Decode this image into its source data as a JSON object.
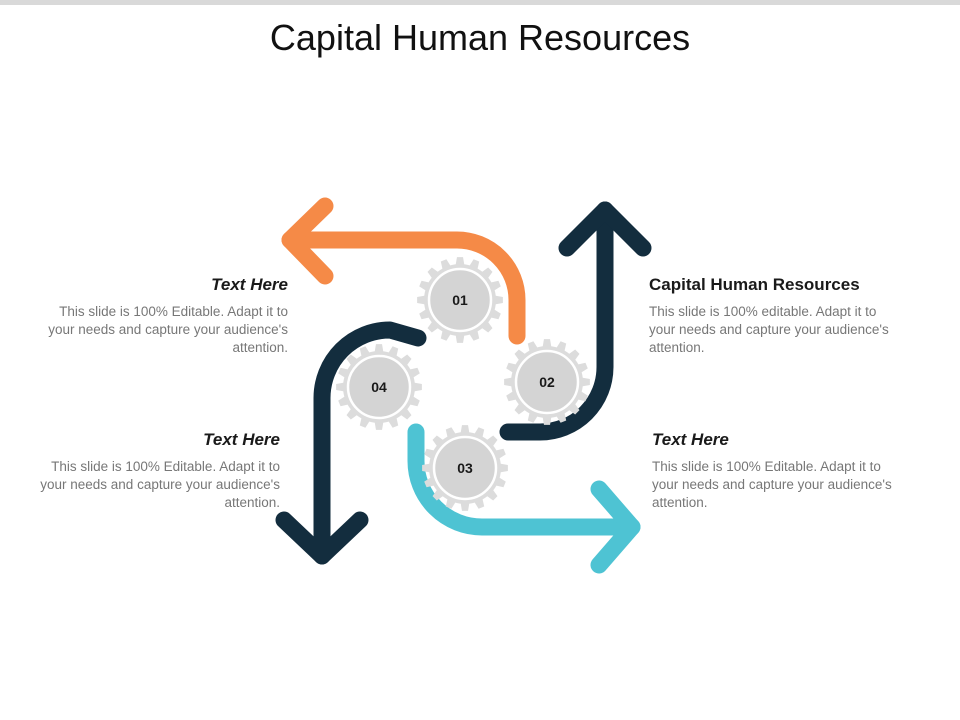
{
  "title": "Capital Human Resources",
  "colors": {
    "orange": "#f58a47",
    "navy": "#132d3e",
    "teal": "#4ec3d3",
    "gear": "#dcdcdc",
    "gear_inner": "#d4d4d4"
  },
  "gears": [
    {
      "label": "01"
    },
    {
      "label": "02"
    },
    {
      "label": "03"
    },
    {
      "label": "04"
    }
  ],
  "blocks": {
    "top_left": {
      "heading": "Text Here",
      "body": "This slide is 100% Editable. Adapt it to your needs and capture your audience's attention."
    },
    "top_right": {
      "heading": "Capital Human Resources",
      "body": "This slide is 100% editable. Adapt it to your needs and capture your audience's attention."
    },
    "bottom_left": {
      "heading": "Text Here",
      "body": "This slide is 100% Editable. Adapt it to your needs and capture your audience's attention."
    },
    "bottom_right": {
      "heading": "Text Here",
      "body": "This slide is 100% Editable. Adapt it to your needs and capture your audience's attention."
    }
  }
}
